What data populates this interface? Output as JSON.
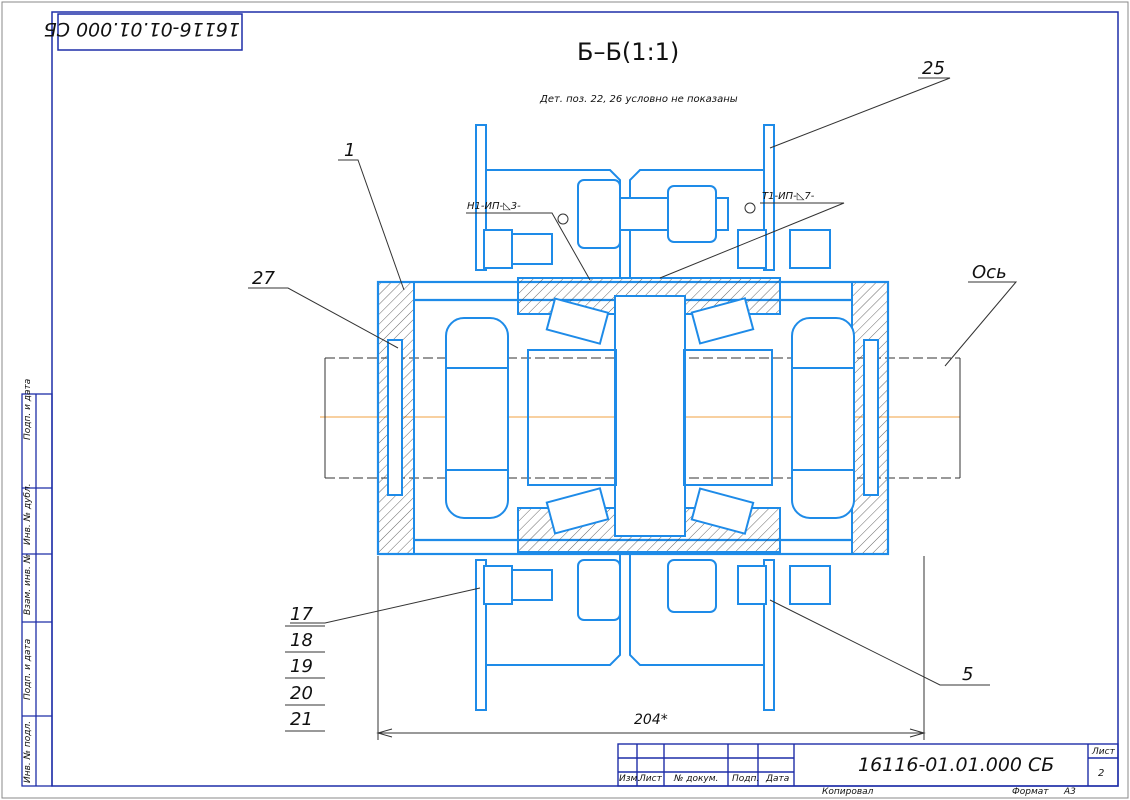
{
  "drawing": {
    "stamp_rotated": "16116-01.01.000 СБ",
    "section_title": "Б–Б(1:1)",
    "note": "Дет. поз. 22, 26 условно не показаны",
    "weld_left": "Н1-ИП-◺3-",
    "weld_right": "Т1-ИП-◺7-",
    "callouts": {
      "c1": "1",
      "c25": "25",
      "c27": "27",
      "axis": "Ось",
      "c5": "5",
      "c17": "17",
      "c18": "18",
      "c19": "19",
      "c20": "20",
      "c21": "21"
    },
    "dimension": "204*",
    "side_stamp": [
      "Подп. и дата",
      "Инв. № дубл.",
      "Взам. инв. №",
      "Подп. и дата",
      "Инв. № подл."
    ]
  },
  "title_block": {
    "designation": "16116-01.01.000 СБ",
    "sheet_label": "Лист",
    "sheet_number": "2",
    "columns": [
      "Изм.",
      "Лист",
      "№ докум.",
      "Подп.",
      "Дата"
    ],
    "copied": "Копировал",
    "format_label": "Формат",
    "format_value": "А3"
  },
  "colors": {
    "frame": "#1e2ea8",
    "part": "#1e8be8",
    "centerline": "#f0a040",
    "text": "#111111"
  }
}
